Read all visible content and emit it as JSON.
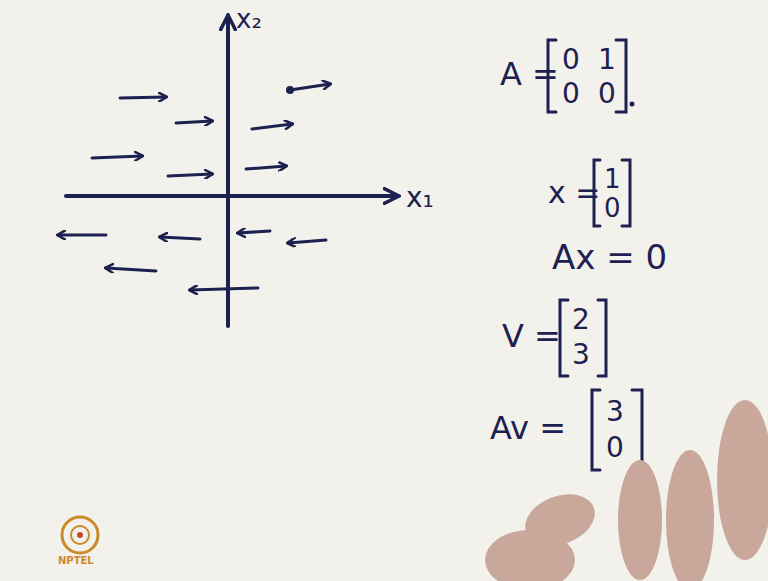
{
  "diagram": {
    "labels": [
      "x₂",
      "x₁",
      "A =",
      "0",
      "1",
      "0",
      "0",
      "x =",
      "1",
      "0",
      "Ax = 0",
      "V =",
      "2",
      "3",
      "Av =",
      "3",
      "0",
      "NPTEL"
    ]
  }
}
